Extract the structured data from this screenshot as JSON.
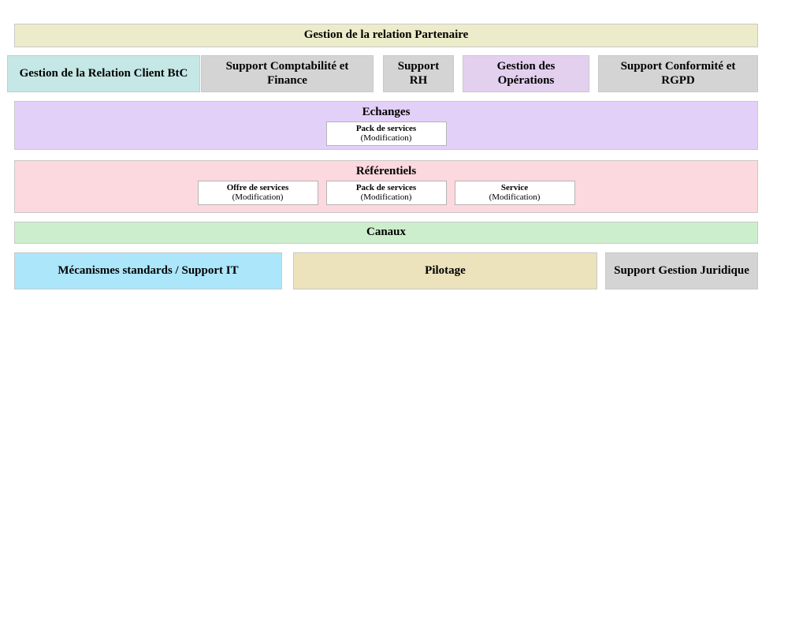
{
  "diagram": {
    "title": "Gestion de la relation Partenaire",
    "background": "#ffffff",
    "border_color": "#c9c9c9",
    "rows": {
      "header_band": {
        "label": "Gestion de la relation Partenaire",
        "color": "#edecca"
      },
      "domains": [
        {
          "label": "Gestion de la Relation Client BtC",
          "color": "#c5e7e5"
        },
        {
          "label": "Support Comptabilité et Finance",
          "color": "#d4d4d4"
        },
        {
          "label": "Support RH",
          "color": "#d4d4d4"
        },
        {
          "label": "Gestion des Opérations",
          "color": "#e3d0ef"
        },
        {
          "label": "Support Conformité et RGPD",
          "color": "#d4d4d4"
        }
      ],
      "echanges": {
        "label": "Echanges",
        "color": "#e3d0f8",
        "nodes": [
          {
            "title": "Pack de services",
            "sub": "(Modification)",
            "width": 153
          }
        ]
      },
      "referentiels": {
        "label": "Référentiels",
        "color": "#fcd9de",
        "nodes": [
          {
            "title": "Offre de services",
            "sub": "(Modification)",
            "width": 153
          },
          {
            "title": "Pack de services",
            "sub": "(Modification)",
            "width": 153
          },
          {
            "title": "Service",
            "sub": "(Modification)",
            "width": 153
          }
        ]
      },
      "canaux": {
        "label": "Canaux",
        "color": "#cdeecd"
      },
      "footer": [
        {
          "label": "Mécanismes standards / Support IT",
          "color": "#ace6fa"
        },
        {
          "label": "Pilotage",
          "color": "#ece2bc"
        },
        {
          "label": "Support Gestion Juridique",
          "color": "#d4d4d4"
        }
      ]
    }
  }
}
